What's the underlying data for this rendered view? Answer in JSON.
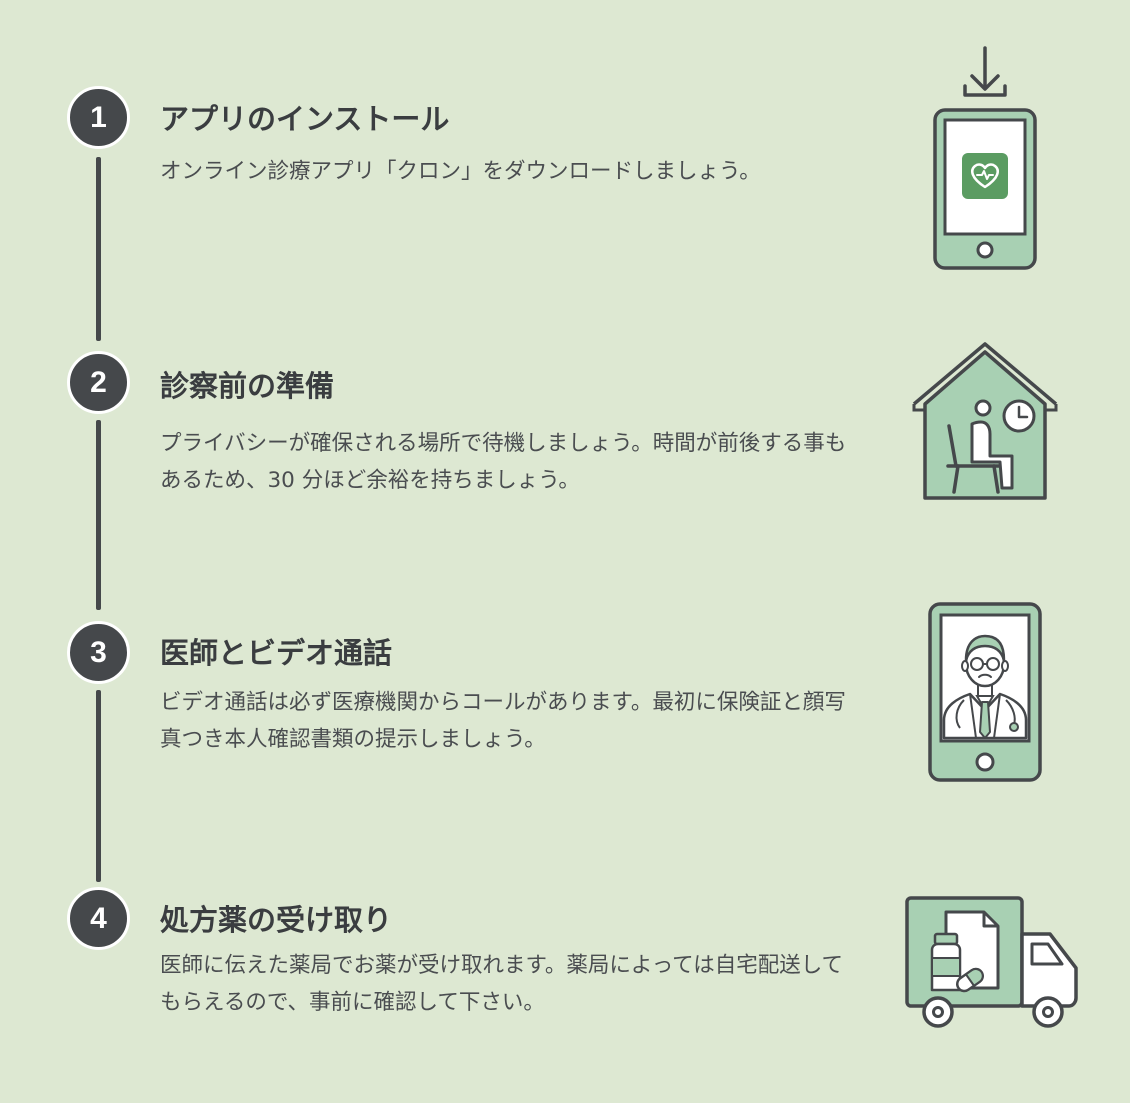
{
  "steps": [
    {
      "number": "1",
      "title": "アプリのインストール",
      "description": "オンライン診療アプリ「クロン」をダウンロードしましょう。",
      "illustration": "smartphone-download-icon"
    },
    {
      "number": "2",
      "title": "診察前の準備",
      "description": "プライバシーが確保される場所で待機しましょう。時間が前後する事もあるため、30 分ほど余裕を持ちましょう。",
      "illustration": "house-waiting-icon"
    },
    {
      "number": "3",
      "title": "医師とビデオ通話",
      "description": "ビデオ通話は必ず医療機関からコールがあります。最初に保険証と顔写真つき本人確認書類の提示しましょう。",
      "illustration": "tablet-doctor-icon"
    },
    {
      "number": "4",
      "title": "処方薬の受け取り",
      "description": "医師に伝えた薬局でお薬が受け取れます。薬局によっては自宅配送してもらえるので、事前に確認して下さい。",
      "illustration": "delivery-truck-icon"
    }
  ],
  "colors": {
    "background": "#dde8d2",
    "accent_green": "#a8d0b3",
    "brand_green": "#5b9c62",
    "dark": "#45484b"
  }
}
